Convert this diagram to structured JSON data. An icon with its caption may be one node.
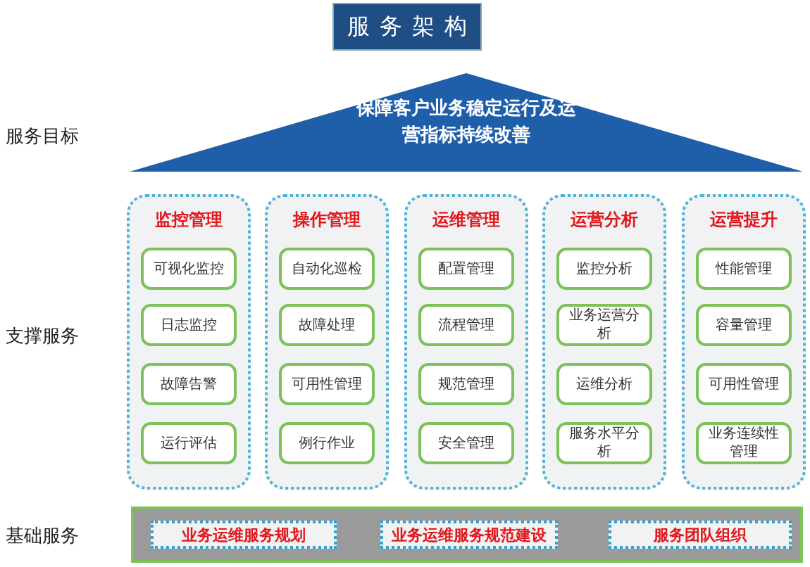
{
  "diagram": {
    "title": "服务架构",
    "nodes": [
      {
        "text": [
          "保障客户业务稳定运行及运营指标持续改善"
        ]
      },
      {
        "text": [
          "监控管理"
        ]
      },
      {
        "text": [
          "可视化监控"
        ],
        "in": 1
      },
      {
        "text": [
          "日志监控"
        ],
        "in": 1
      },
      {
        "text": [
          "故障告警"
        ],
        "in": 1
      },
      {
        "text": [
          "运行评估"
        ],
        "in": 1
      },
      {
        "text": [
          "操作管理"
        ]
      },
      {
        "text": [
          "自动化巡检"
        ],
        "in": 6
      },
      {
        "text": [
          "故障处理"
        ],
        "in": 6
      },
      {
        "text": [
          "可用性管理"
        ],
        "in": 6
      },
      {
        "text": [
          "例行作业"
        ],
        "in": 6
      },
      {
        "text": [
          "运维管理"
        ]
      },
      {
        "text": [
          "配置管理"
        ],
        "in": 11
      },
      {
        "text": [
          "流程管理"
        ],
        "in": 11
      },
      {
        "text": [
          "规范管理"
        ],
        "in": 11
      },
      {
        "text": [
          "安全管理"
        ],
        "in": 11
      },
      {
        "text": [
          "运营分析"
        ]
      },
      {
        "text": [
          "监控分析"
        ],
        "in": 16
      },
      {
        "text": [
          "业务运营分析"
        ],
        "in": 16
      },
      {
        "text": [
          "运维分析"
        ],
        "in": 16
      },
      {
        "text": [
          "服务水平分析"
        ],
        "in": 16
      },
      {
        "text": [
          "运营提升"
        ]
      },
      {
        "text": [
          "性能管理"
        ],
        "in": 21
      },
      {
        "text": [
          "容量管理"
        ],
        "in": 21
      },
      {
        "text": [
          "可用性管理"
        ],
        "in": 21
      },
      {
        "text": [
          "业务连续性管理"
        ],
        "in": 21
      },
      {
        "text": [],
        "shape": "box"
      },
      {
        "text": [
          "业务运维服务规划"
        ],
        "in": 26
      },
      {
        "text": [
          "业务运维服务规范建设"
        ],
        "in": 26
      },
      {
        "text": [
          "服务团队组织"
        ],
        "in": 26
      }
    ],
    "edges": [],
    "labels": [
      "服务目标",
      "支撑服务",
      "基础服务"
    ]
  }
}
